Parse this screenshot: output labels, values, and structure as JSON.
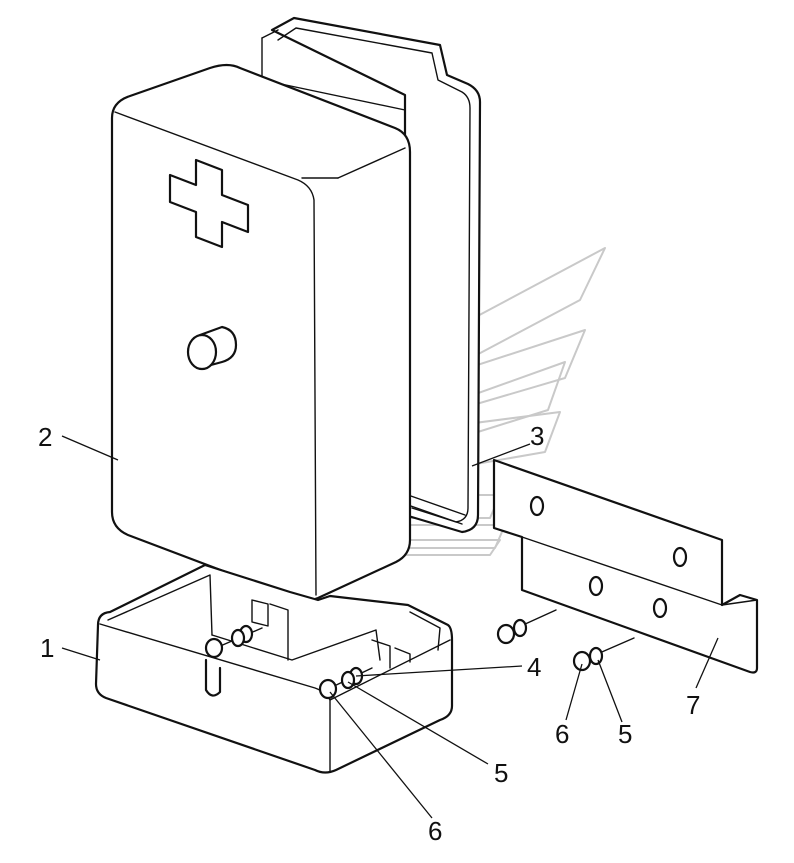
{
  "callouts": {
    "c1": "1",
    "c2": "2",
    "c3": "3",
    "c4": "4",
    "c5a": "5",
    "c5b": "5",
    "c6a": "6",
    "c6b": "6",
    "c7": "7"
  },
  "colors": {
    "line": "#111111",
    "watermark": "#c9c9c9",
    "background": "#ffffff"
  },
  "icons": [
    "first-aid-cross-icon",
    "latch-knob-icon",
    "screw-icon",
    "watermark-logo-icon"
  ]
}
